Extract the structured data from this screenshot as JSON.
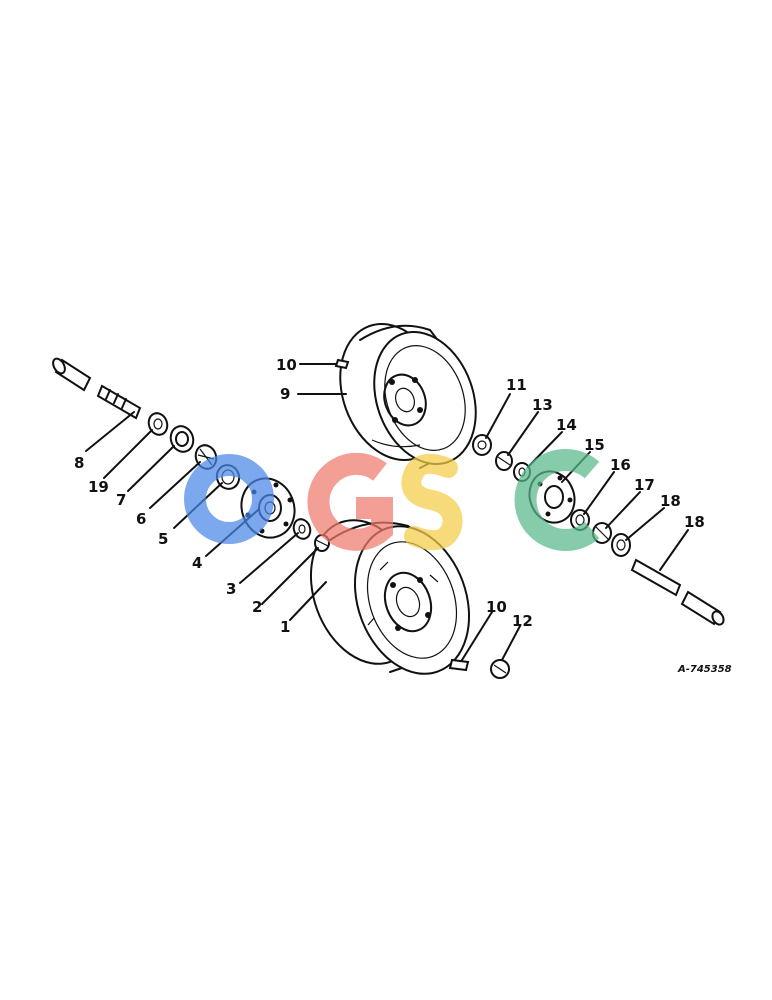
{
  "diagram": {
    "drawing_code": "A-745358",
    "callouts": [
      "1",
      "2",
      "3",
      "4",
      "5",
      "6",
      "7",
      "8",
      "9",
      "10",
      "10",
      "11",
      "11",
      "12",
      "13",
      "14",
      "15",
      "16",
      "17",
      "18",
      "19"
    ]
  },
  "watermark": {
    "letters": [
      "O",
      "G",
      "S",
      "C"
    ],
    "colors": [
      "#4a86e8",
      "#f07b6e",
      "#f5cd47",
      "#57b98a"
    ]
  }
}
